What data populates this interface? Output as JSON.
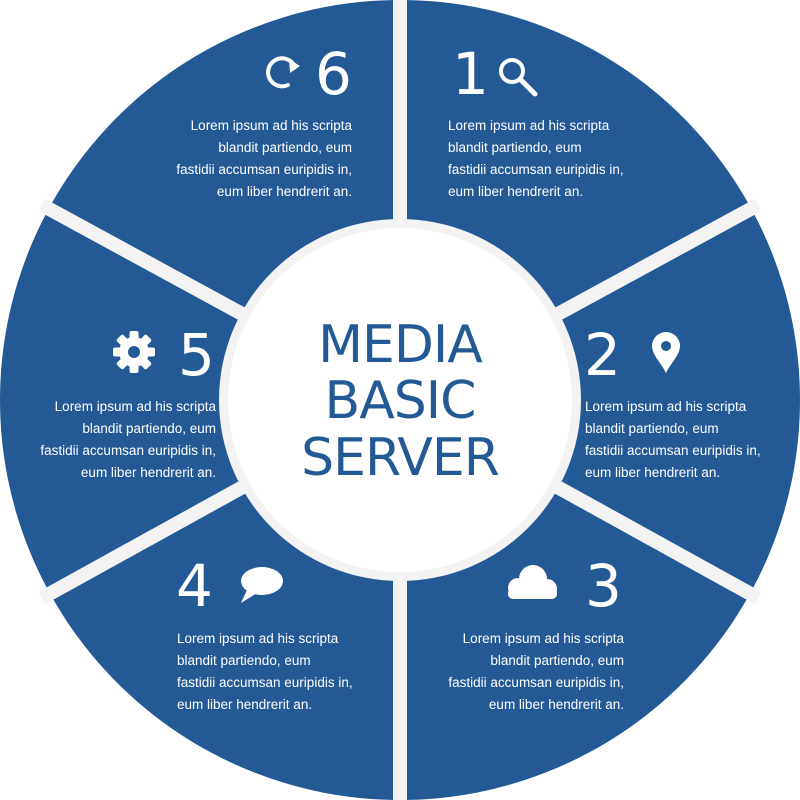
{
  "colors": {
    "segment_fill": "#235a95",
    "gap": "#f3f3f3",
    "center_fill": "#ffffff",
    "text_light": "#ffffff",
    "center_text": "#235a95"
  },
  "center": {
    "lines": [
      "MEDIA",
      "BASIC",
      "SERVER"
    ]
  },
  "segments": [
    {
      "number": "1",
      "icon": "search-icon",
      "text": [
        "Lorem ipsum ad his scripta",
        "blandit partiendo, eum",
        "fastidii accumsan euripidis in,",
        "eum liber hendrerit an."
      ]
    },
    {
      "number": "2",
      "icon": "location-pin-icon",
      "text": [
        "Lorem ipsum ad his scripta",
        "blandit partiendo, eum",
        "fastidii accumsan euripidis in,",
        "eum liber hendrerit an."
      ]
    },
    {
      "number": "3",
      "icon": "cloud-icon",
      "text": [
        "Lorem ipsum ad his scripta",
        "blandit partiendo, eum",
        "fastidii accumsan euripidis in,",
        "eum liber hendrerit an."
      ]
    },
    {
      "number": "4",
      "icon": "chat-bubble-icon",
      "text": [
        "Lorem ipsum ad his scripta",
        "blandit partiendo, eum",
        "fastidii accumsan euripidis in,",
        "eum liber hendrerit an."
      ]
    },
    {
      "number": "5",
      "icon": "gear-icon",
      "text": [
        "Lorem ipsum ad his scripta",
        "blandit partiendo, eum",
        "fastidii accumsan euripidis in,",
        "eum liber hendrerit an."
      ]
    },
    {
      "number": "6",
      "icon": "refresh-icon",
      "text": [
        "Lorem ipsum ad his scripta",
        "blandit partiendo, eum",
        "fastidii accumsan euripidis in,",
        "eum liber hendrerit an."
      ]
    }
  ]
}
